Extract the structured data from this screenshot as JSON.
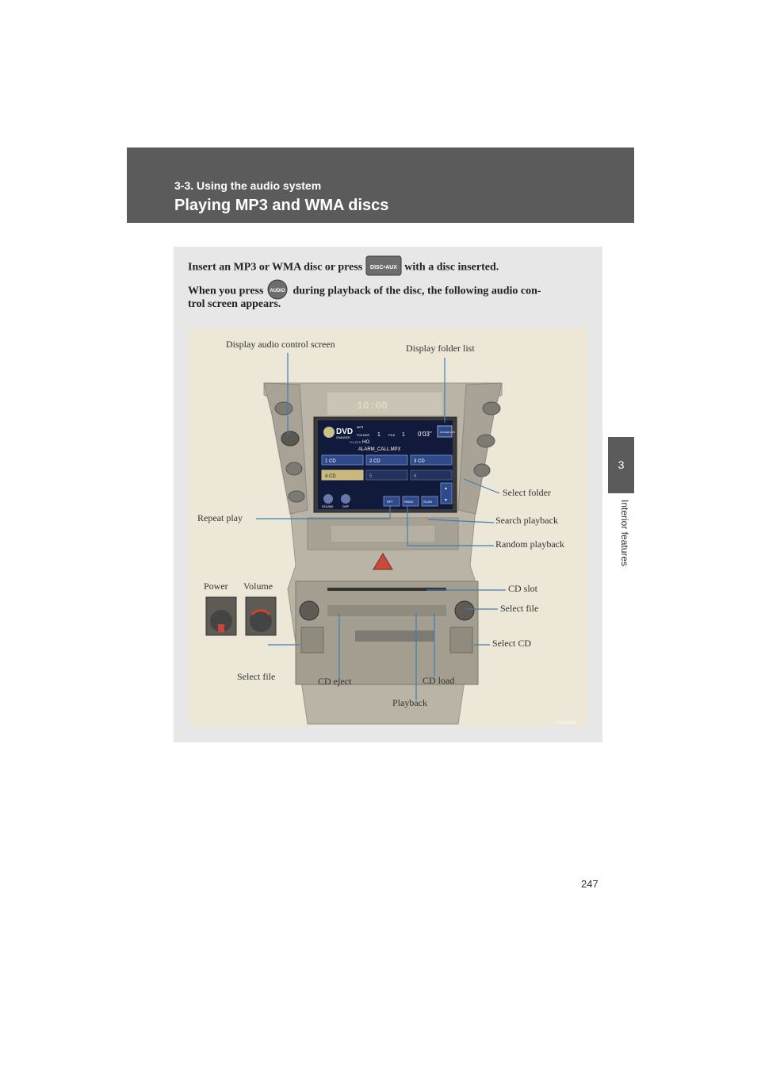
{
  "header": {
    "section": "3-3. Using the audio system",
    "title": "Playing MP3 and WMA discs"
  },
  "side_tab": {
    "chapter_number": "3",
    "chapter_label": "Interior features"
  },
  "intro": {
    "line1_before": "Insert an MP3 or WMA disc or press",
    "line1_after": "with a disc inserted.",
    "disc_aux_button": "DISC•AUX",
    "line2_before": "When you press",
    "line2_after": "during playback of the disc, the following audio con-",
    "audio_button": "AUDIO",
    "line3": "trol screen appears."
  },
  "figure": {
    "screen": {
      "source": "DVD",
      "source_sub": "CHANGER",
      "format": "MP3",
      "folder_label": "FOLDER",
      "folder_no": "1",
      "file_label": "FILE",
      "file_no": "1",
      "time": "0'03\"",
      "folder_list": "FOLDER LIST",
      "folder_name": "HO",
      "file_name": "ALARM_CALL.MP3",
      "clock": "10:00",
      "discs": [
        "1 CD",
        "2 CD",
        "3 CD",
        "4 CD",
        "5",
        "6"
      ],
      "buttons": [
        "SOUND",
        "DSP",
        "RPT",
        "RAND",
        "SCAN"
      ]
    },
    "callouts": {
      "display_audio": "Display audio control screen",
      "display_folder": "Display folder list",
      "select_folder": "Select folder",
      "repeat_play": "Repeat play",
      "search_playback": "Search playback",
      "random_playback": "Random playback",
      "power": "Power",
      "volume": "Volume",
      "cd_slot": "CD slot",
      "select_file_right": "Select file",
      "select_cd": "Select CD",
      "select_file_left": "Select file",
      "cd_eject": "CD eject",
      "cd_load": "CD load",
      "playback": "Playback"
    },
    "figure_id": "ILY33S062"
  },
  "page_number": "247"
}
